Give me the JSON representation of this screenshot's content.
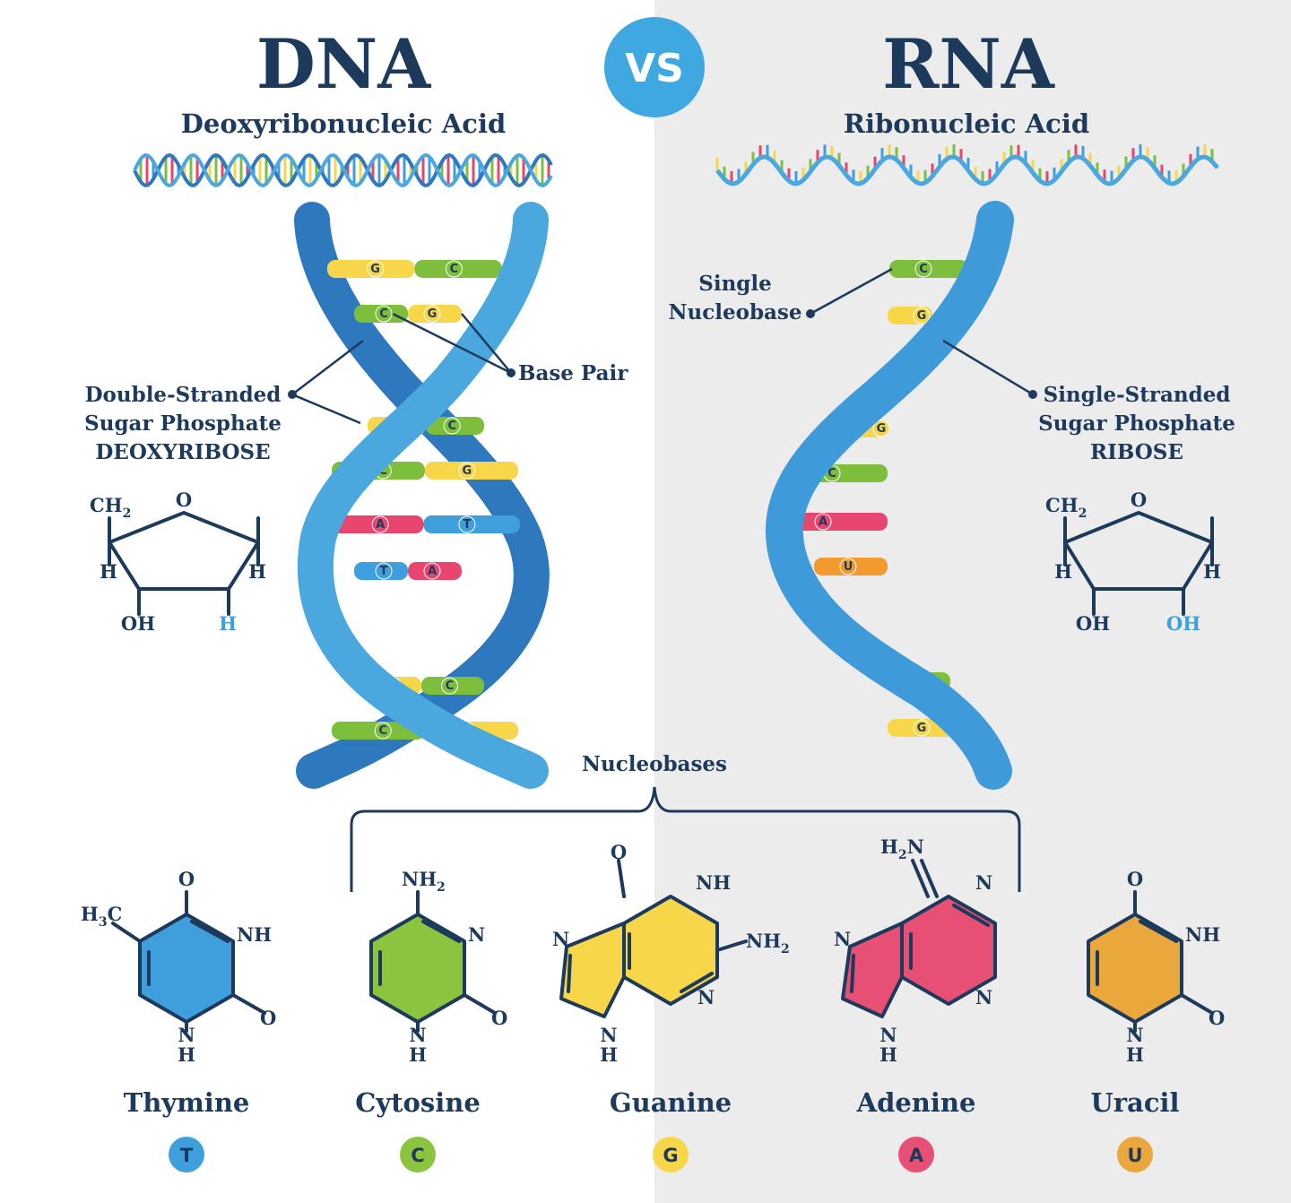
{
  "vs_badge": "VS",
  "dna": {
    "title": "DNA",
    "subtitle": "Deoxyribonucleic Acid",
    "labels": {
      "strand": [
        "Double-Stranded",
        "Sugar Phosphate",
        "DEOXYRIBOSE"
      ],
      "base_pair": "Base Pair"
    },
    "sugar": {
      "ch2": "CH",
      "sub2": "2",
      "o": "O",
      "h_left": "H",
      "h_right": "H",
      "oh": "OH",
      "h_bottom": "H"
    },
    "rungs": [
      {
        "left": "G",
        "right": "C"
      },
      {
        "left": "C",
        "right": "G"
      },
      {
        "left": "G",
        "right": "C"
      },
      {
        "left": "C",
        "right": "G"
      },
      {
        "left": "A",
        "right": "T"
      },
      {
        "left": "T",
        "right": "A"
      },
      {
        "left": "G",
        "right": "C"
      },
      {
        "left": "C",
        "right": "G"
      }
    ]
  },
  "rna": {
    "title": "RNA",
    "subtitle": "Ribonucleic Acid",
    "labels": {
      "nucleobase": [
        "Single",
        "Nucleobase"
      ],
      "strand": [
        "Single-Stranded",
        "Sugar Phosphate",
        "RIBOSE"
      ]
    },
    "sugar": {
      "ch2": "CH",
      "sub2": "2",
      "o": "O",
      "h_left": "H",
      "h_right": "H",
      "oh": "OH",
      "oh_bottom": "OH"
    },
    "bases": [
      "C",
      "G",
      "G",
      "C",
      "A",
      "U",
      "C",
      "G"
    ]
  },
  "nucleobases_label": "Nucleobases",
  "molecules": [
    {
      "name": "Thymine",
      "letter": "T",
      "color": "#3f9fdc"
    },
    {
      "name": "Cytosine",
      "letter": "C",
      "color": "#8cc43f"
    },
    {
      "name": "Guanine",
      "letter": "G",
      "color": "#f7d64a"
    },
    {
      "name": "Adenine",
      "letter": "A",
      "color": "#e84f74"
    },
    {
      "name": "Uracil",
      "letter": "U",
      "color": "#eaa73c"
    }
  ],
  "atoms": {
    "O": "O",
    "NH": "NH",
    "N": "N",
    "H": "H",
    "H3C_a": "H",
    "H3C_sub": "3",
    "H3C_b": "C",
    "NH2_a": "NH",
    "NH2_sub": "2",
    "H2N_a": "H",
    "H2N_sub": "2",
    "H2N_b": "N"
  },
  "colors": {
    "navy": "#1d3a5c",
    "helix_light": "#4aa8df",
    "helix_dark": "#2e78bd",
    "G": "#f7d64a",
    "C": "#7dbf3c",
    "A": "#e8466e",
    "T": "#3f9fdc",
    "U": "#f29a2e"
  }
}
